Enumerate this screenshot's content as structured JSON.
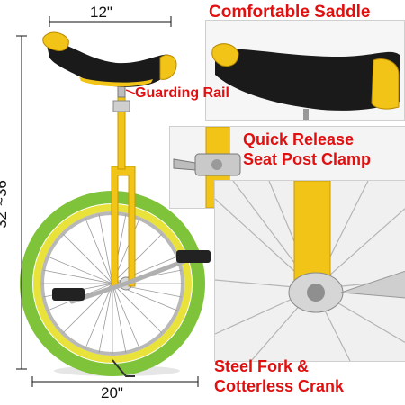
{
  "dimensions": {
    "width_label": "12\"",
    "height_label": "32\"~36\"",
    "wheel_label": "20\""
  },
  "callouts": {
    "saddle": "Comfortable Saddle",
    "rail": "Guarding Rail",
    "clamp_line1": "Quick Release",
    "clamp_line2": "Seat Post Clamp",
    "fork_line1": "Steel Fork &",
    "fork_line2": "Cotterless Crank"
  },
  "colors": {
    "frame_yellow": "#f2c418",
    "tire_green": "#7fc33a",
    "tire_yellow": "#e8e23a",
    "saddle_black": "#1a1a1a",
    "callout_red": "#e01010",
    "rim_silver": "#c8c8c8"
  },
  "icons": {
    "product": "unicycle",
    "detail_saddle": "saddle-closeup",
    "detail_clamp": "seat-clamp-closeup",
    "detail_hub": "hub-closeup"
  }
}
